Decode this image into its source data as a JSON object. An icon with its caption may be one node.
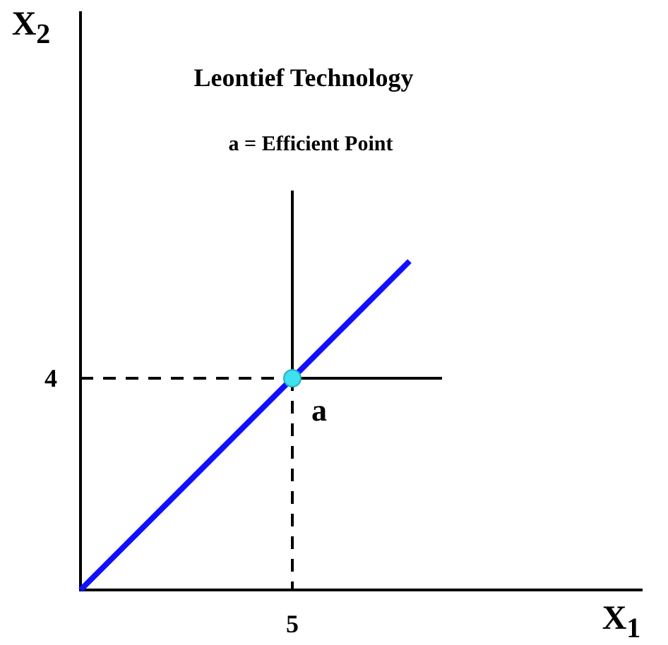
{
  "diagram": {
    "title": "Leontief Technology",
    "labels": [
      "a = Efficient Point",
      "X$_{2}$",
      "X$_{1}$",
      "4",
      "5",
      "a"
    ]
  }
}
